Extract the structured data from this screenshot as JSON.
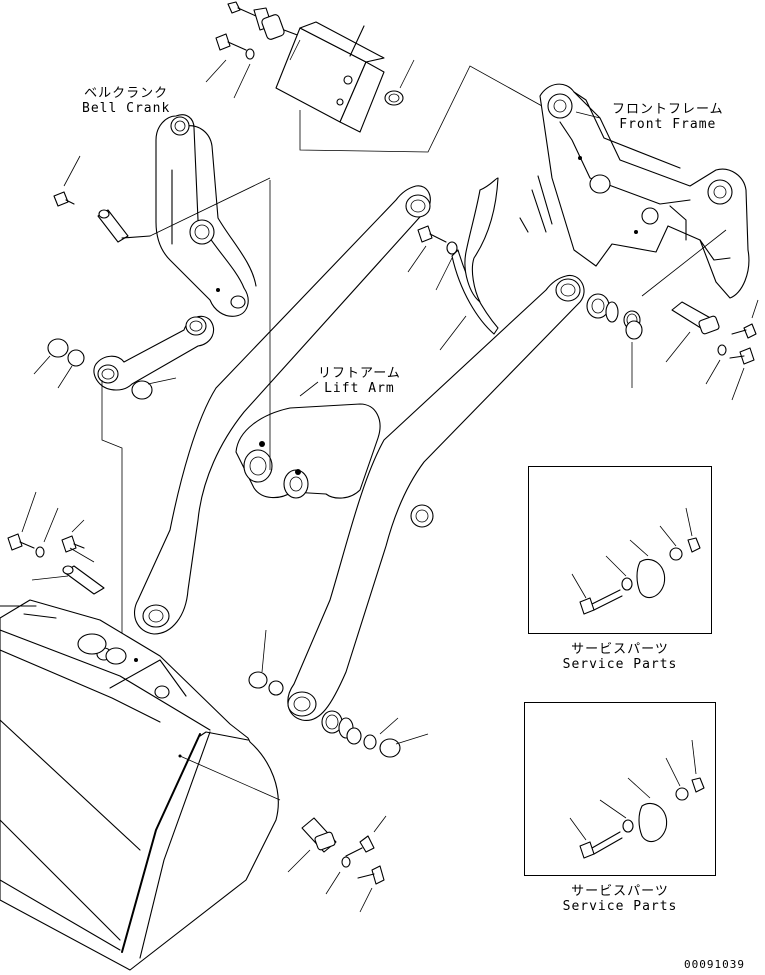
{
  "labels": {
    "bell_crank_jp": "ベルクランク",
    "bell_crank_en": "Bell Crank",
    "front_frame_jp": "フロントフレーム",
    "front_frame_en": "Front Frame",
    "lift_arm_jp": "リフトアーム",
    "lift_arm_en": "Lift Arm"
  },
  "service_parts": [
    {
      "jp": "サービスパーツ",
      "en": "Service Parts"
    },
    {
      "jp": "サービスパーツ",
      "en": "Service Parts"
    }
  ],
  "drawing_number": "00091039"
}
